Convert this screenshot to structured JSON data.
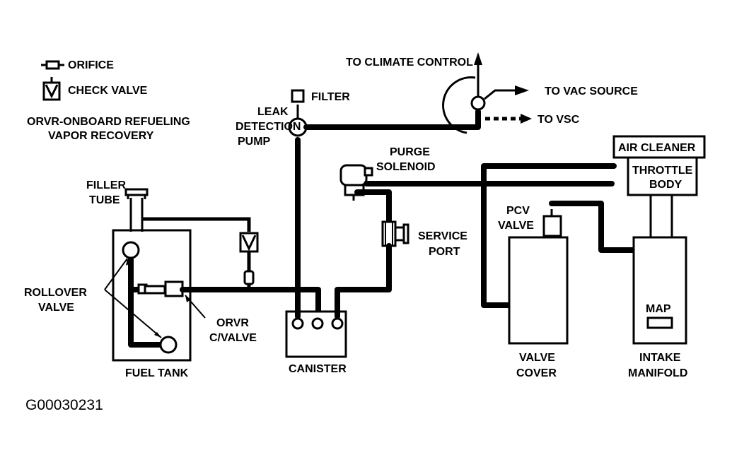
{
  "legend": {
    "orifice": "ORIFICE",
    "check_valve": "CHECK VALVE",
    "orvr_line1": "ORVR-ONBOARD REFUELING",
    "orvr_line2": "VAPOR RECOVERY"
  },
  "labels": {
    "to_climate_control": "TO CLIMATE CONTROL",
    "to_vac_source": "TO VAC SOURCE",
    "to_vsc": "TO VSC",
    "filter": "FILTER",
    "leak_line1": "LEAK",
    "leak_line2": "DETECTION",
    "leak_line3": "PUMP",
    "purge_line1": "PURGE",
    "purge_line2": "SOLENOID",
    "air_cleaner": "AIR CLEANER",
    "throttle_line1": "THROTTLE",
    "throttle_line2": "BODY",
    "filler_line1": "FILLER",
    "filler_line2": "TUBE",
    "pcv_line1": "PCV",
    "pcv_line2": "VALVE",
    "service_line1": "SERVICE",
    "service_line2": "PORT",
    "rollover_line1": "ROLLOVER",
    "rollover_line2": "VALVE",
    "orvr_cvalve_line1": "ORVR",
    "orvr_cvalve_line2": "C/VALVE",
    "fuel_tank": "FUEL TANK",
    "canister": "CANISTER",
    "valve_cover_line1": "VALVE",
    "valve_cover_line2": "COVER",
    "map": "MAP",
    "intake_line1": "INTAKE",
    "intake_line2": "MANIFOLD"
  },
  "figure_id": "G00030231"
}
